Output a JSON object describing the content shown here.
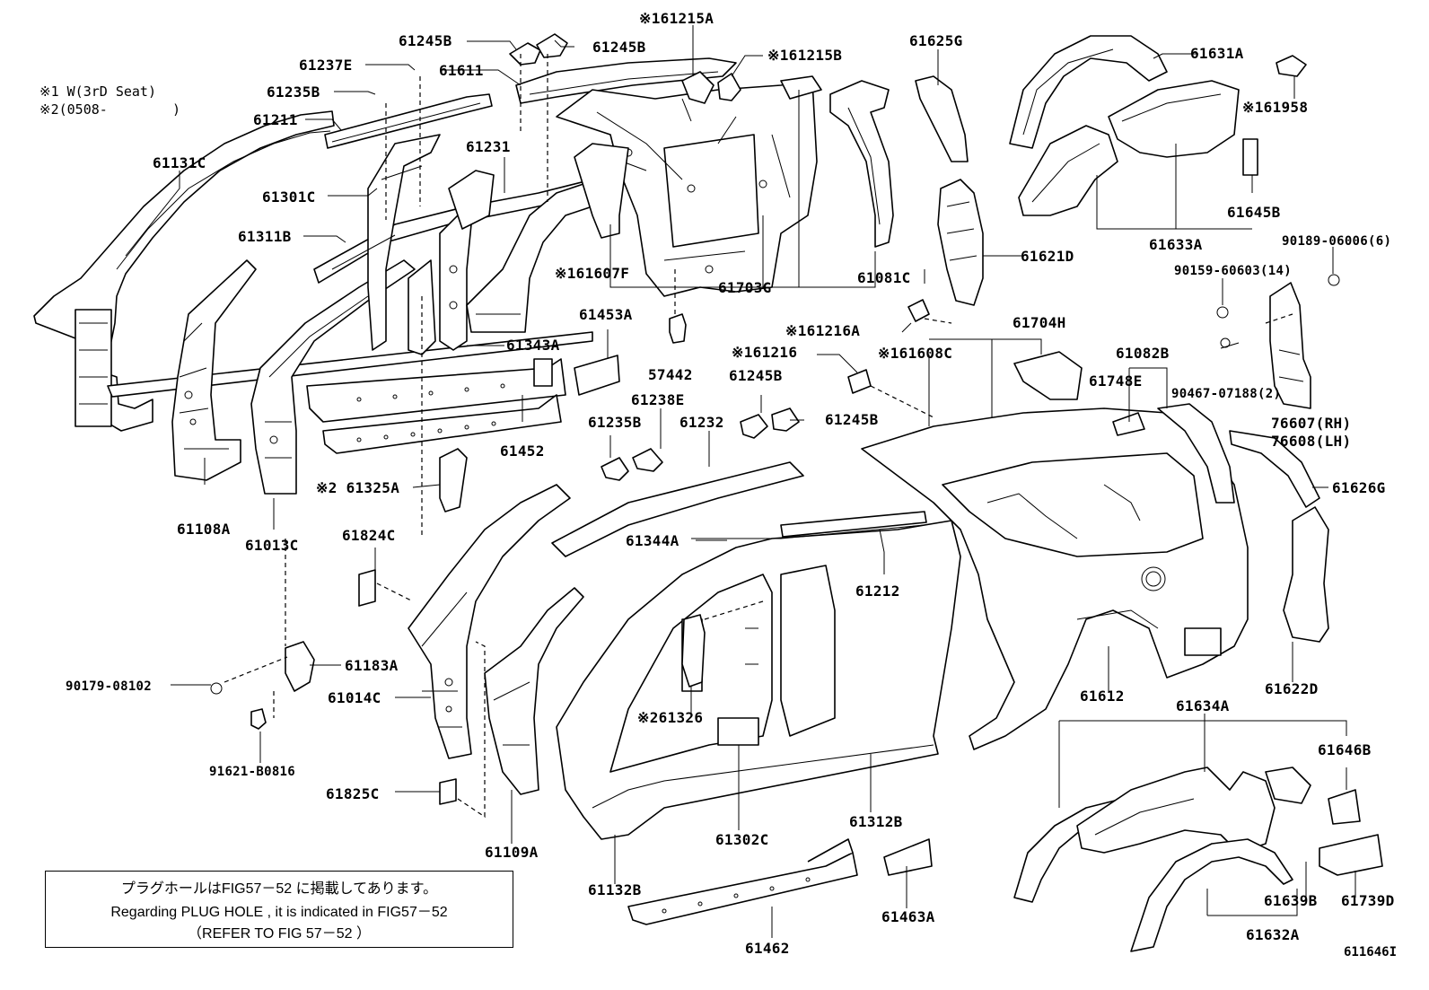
{
  "notes": {
    "line1": "※1 W(3rD Seat)",
    "line2": "※2(0508-        )"
  },
  "labels": {
    "p61245B_a": "61245B",
    "p61245B_b": "61245B",
    "p61215A": "※161215A",
    "p61215B": "※161215B",
    "p61237E": "61237E",
    "p61611": "61611",
    "p61235B_a": "61235B",
    "p61211": "61211",
    "p61131C": "61131C",
    "p61231": "61231",
    "p61301C": "61301C",
    "p61311B": "61311B",
    "p61625G": "61625G",
    "p61631A": "61631A",
    "p61958": "※161958",
    "p61645B": "61645B",
    "p61633A": "61633A",
    "p61621D": "61621D",
    "p90189": "90189-06006(6)",
    "p90159": "90159-60603(14)",
    "p61607F": "※161607F",
    "p61703G": "61703G",
    "p61081C": "61081C",
    "p61453A": "61453A",
    "p61343A": "61343A",
    "p57442": "57442",
    "p61216A": "※161216A",
    "p61216": "※161216",
    "p61608C": "※161608C",
    "p61704H": "61704H",
    "p61082B": "61082B",
    "p61748E": "61748E",
    "p90467": "90467-07188(2)",
    "p76607": "76607(RH)",
    "p76608": "76608(LH)",
    "p61452": "61452",
    "p61245B_c": "61245B",
    "p61245B_d": "61245B",
    "p61238E": "61238E",
    "p61235B_b": "61235B",
    "p61232": "61232",
    "p61626G": "61626G",
    "p61325A": "※2 61325A",
    "p61108A": "61108A",
    "p61013C": "61013C",
    "p61824C": "61824C",
    "p61344A": "61344A",
    "p61212": "61212",
    "p61183A": "61183A",
    "p90179": "90179-08102",
    "p61014C": "61014C",
    "p61326": "※261326",
    "p61612": "61612",
    "p61622D": "61622D",
    "p61634A": "61634A",
    "p61646B": "61646B",
    "p91621": "91621-B0816",
    "p61825C": "61825C",
    "p61109A": "61109A",
    "p61302C": "61302C",
    "p61312B": "61312B",
    "p61132B": "61132B",
    "p61463A": "61463A",
    "p61462": "61462",
    "p61639B": "61639B",
    "p61739D": "61739D",
    "p61632A": "61632A"
  },
  "notebox": {
    "jp": "プラグホールはFIG57－52 に掲載してあります。",
    "en": "Regarding PLUG HOLE , it is indicated in FIG57－52",
    "refer": "（REFER TO FIG   57－52   ）"
  },
  "figure_code": "611646I"
}
